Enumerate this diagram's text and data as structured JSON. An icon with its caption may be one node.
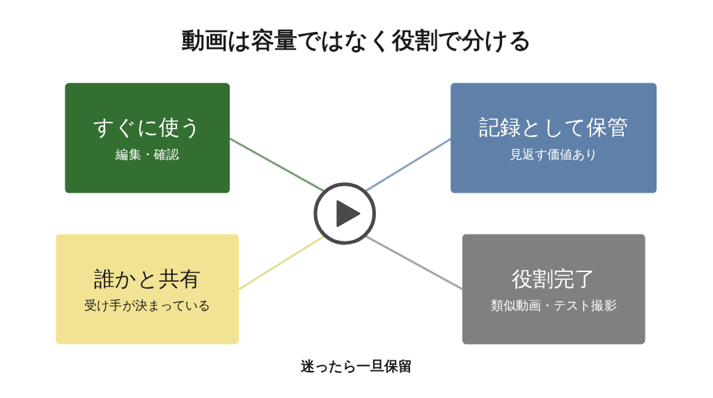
{
  "diagram": {
    "title": "動画は容量ではなく役割で分ける",
    "nodes": [
      {
        "text": [
          "すぐに使う",
          "編集・確認"
        ]
      },
      {
        "text": [
          "記録として保管",
          "見返す価値あり"
        ]
      },
      {
        "text": [],
        "shape": "circle"
      },
      {
        "text": [
          "誰かと共有",
          "受け手が決まっている"
        ]
      },
      {
        "text": [
          "役割完了",
          "類似動画・テスト撮影"
        ]
      }
    ],
    "edges": [
      {
        "from": 0,
        "to": 2,
        "arrow": "none",
        "color": "#7d9b7a"
      },
      {
        "from": 2,
        "to": 1,
        "arrow": "none",
        "color": "#8aa2bf"
      },
      {
        "from": 3,
        "to": 2,
        "arrow": "none",
        "color": "#e6dd9a"
      },
      {
        "from": 2,
        "to": 4,
        "arrow": "none",
        "color": "#a6a6a6"
      }
    ],
    "caption": "迷ったら一旦保留"
  }
}
